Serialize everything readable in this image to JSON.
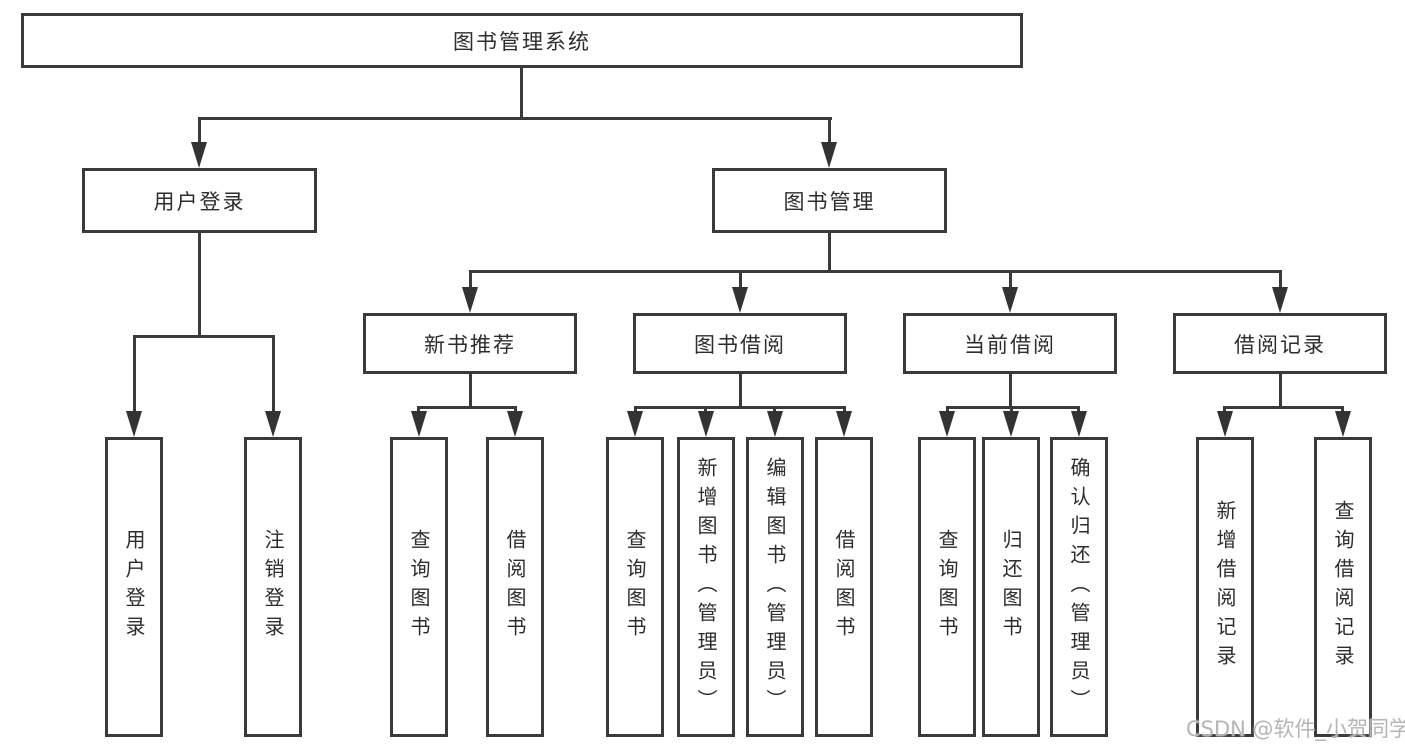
{
  "diagram": {
    "root": {
      "label": "图书管理系统"
    },
    "level2": {
      "user_login": {
        "label": "用户登录"
      },
      "book_mgmt": {
        "label": "图书管理"
      }
    },
    "level3": {
      "new_books": {
        "label": "新书推荐"
      },
      "book_borrow": {
        "label": "图书借阅"
      },
      "current_borrow": {
        "label": "当前借阅"
      },
      "borrow_records": {
        "label": "借阅记录"
      }
    },
    "leaves": {
      "user_login": [
        {
          "label": "用户登录"
        },
        {
          "label": "注销登录"
        }
      ],
      "new_books": [
        {
          "label": "查询图书"
        },
        {
          "label": "借阅图书"
        }
      ],
      "book_borrow": [
        {
          "label": "查询图书"
        },
        {
          "label": "新增图书（管理员）"
        },
        {
          "label": "编辑图书（管理员）"
        },
        {
          "label": "借阅图书"
        }
      ],
      "current_borrow": [
        {
          "label": "查询图书"
        },
        {
          "label": "归还图书"
        },
        {
          "label": "确认归还（管理员）"
        }
      ],
      "borrow_records": [
        {
          "label": "新增借阅记录"
        },
        {
          "label": "查询借阅记录"
        }
      ]
    }
  },
  "watermark": "CSDN @软件_小贺同学"
}
